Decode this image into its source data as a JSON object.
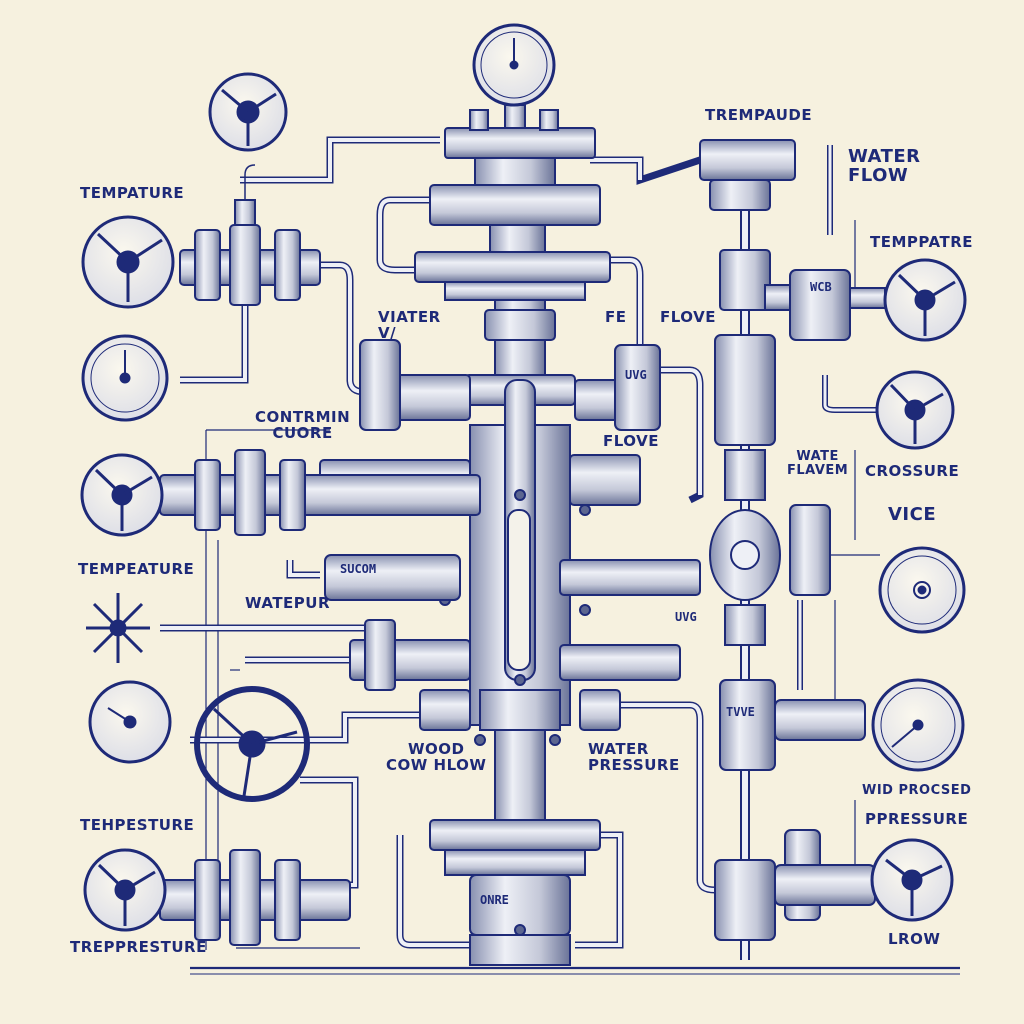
{
  "labels": {
    "top_right_title": "TREMPAUDE",
    "left_temperature_1": "TEMPATURE",
    "left_temperature_2": "TEMPEATURE",
    "left_temperature_3": "TEHPESTURE",
    "left_temperature_4": "TREPPRESTURE",
    "water_v": "VIATER\nV/",
    "fe": "FE",
    "flove_1": "FLOVE",
    "flove_2": "FLOVE",
    "contramin_cuore": "CONTRMIN\nCUORE",
    "watepur": "WATEPUR",
    "wood_cow_hlow": "WOOD\nCOW HLOW",
    "water_pressure": "WATER\nPRESSURE",
    "water_flow": "WATER\nFLOW",
    "tempatre": "TEMPPATRE",
    "crossure": "CROSSURE",
    "wate_flavem": "WATE\nFLAVEM",
    "vice": "VICE",
    "wid_procsed": "WID PROCSED",
    "ppressure": "PPRESSURE",
    "lrow": "LROW"
  },
  "tags": {
    "uvg_1": "UVG",
    "uvg_2": "UVG",
    "wcb": "WCB",
    "sucom": "SUCOM",
    "tvcv": "TVVE",
    "onre": "ONRE"
  },
  "colors": {
    "ink": "#1e2a78",
    "paper": "#f6f1df",
    "metal_light": "#dde0ea",
    "metal_mid": "#aab0c6",
    "metal_dark": "#5c6690"
  }
}
